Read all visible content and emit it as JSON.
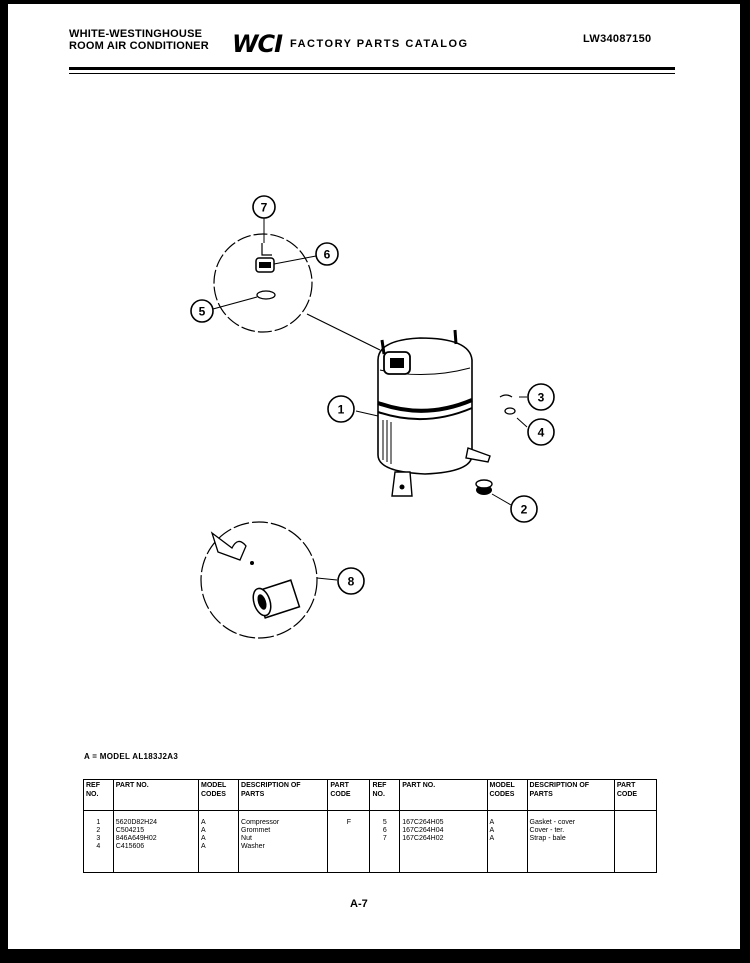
{
  "header": {
    "brand_line1": "WHITE-WESTINGHOUSE",
    "brand_line2": "ROOM AIR CONDITIONER",
    "logo": "WCI",
    "catalog_title": "FACTORY PARTS CATALOG",
    "doc_number": "LW34087150"
  },
  "diagram": {
    "callouts": [
      "7",
      "6",
      "5",
      "1",
      "3",
      "4",
      "2",
      "8"
    ]
  },
  "model_note": "A = MODEL AL183J2A3",
  "table": {
    "headers": [
      "REF NO.",
      "PART NO.",
      "MODEL CODES",
      "DESCRIPTION OF PARTS",
      "PART CODE",
      "REF NO.",
      "PART NO.",
      "MODEL CODES",
      "DESCRIPTION OF PARTS",
      "PART CODE"
    ],
    "left": [
      {
        "ref": "1",
        "part": "5620D82H24",
        "model": "A",
        "desc": "Compressor",
        "code": "F"
      },
      {
        "ref": "2",
        "part": "C504215",
        "model": "A",
        "desc": "Grommet",
        "code": ""
      },
      {
        "ref": "3",
        "part": "846A649H02",
        "model": "A",
        "desc": "Nut",
        "code": ""
      },
      {
        "ref": "4",
        "part": "C415606",
        "model": "A",
        "desc": "Washer",
        "code": ""
      }
    ],
    "right": [
      {
        "ref": "5",
        "part": "167C264H05",
        "model": "A",
        "desc": "Gasket - cover",
        "code": ""
      },
      {
        "ref": "6",
        "part": "167C264H04",
        "model": "A",
        "desc": "Cover - ter.",
        "code": ""
      },
      {
        "ref": "7",
        "part": "167C264H02",
        "model": "A",
        "desc": "Strap - bale",
        "code": ""
      }
    ]
  },
  "page_number": "A-7"
}
